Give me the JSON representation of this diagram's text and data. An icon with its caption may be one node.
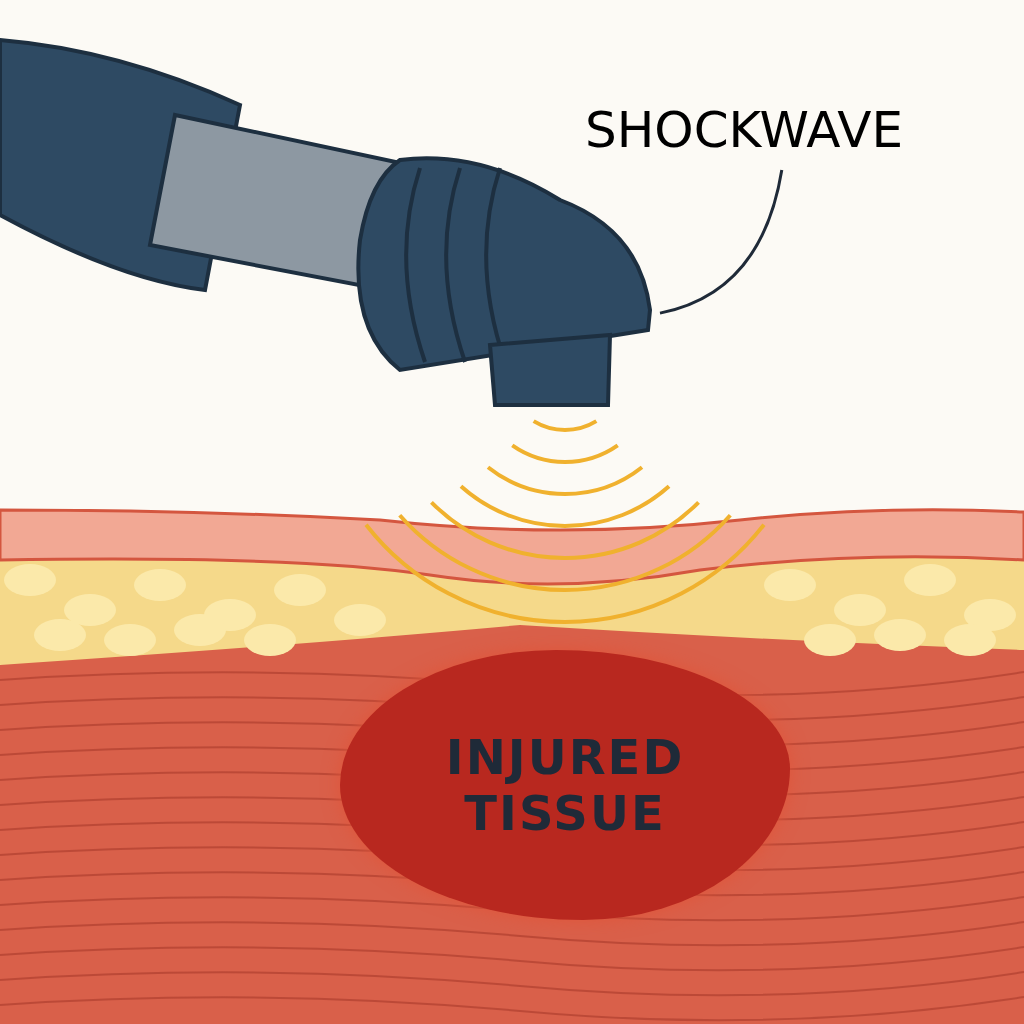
{
  "diagram": {
    "nodes": [
      {
        "text": [
          "SHOCKWAVE"
        ]
      },
      {
        "text": [],
        "shape": "picture"
      },
      {
        "text": [
          "INJURED TISSUE"
        ]
      }
    ],
    "edges": [
      {
        "from": 0,
        "to": 1,
        "arrow": "none"
      }
    ]
  }
}
